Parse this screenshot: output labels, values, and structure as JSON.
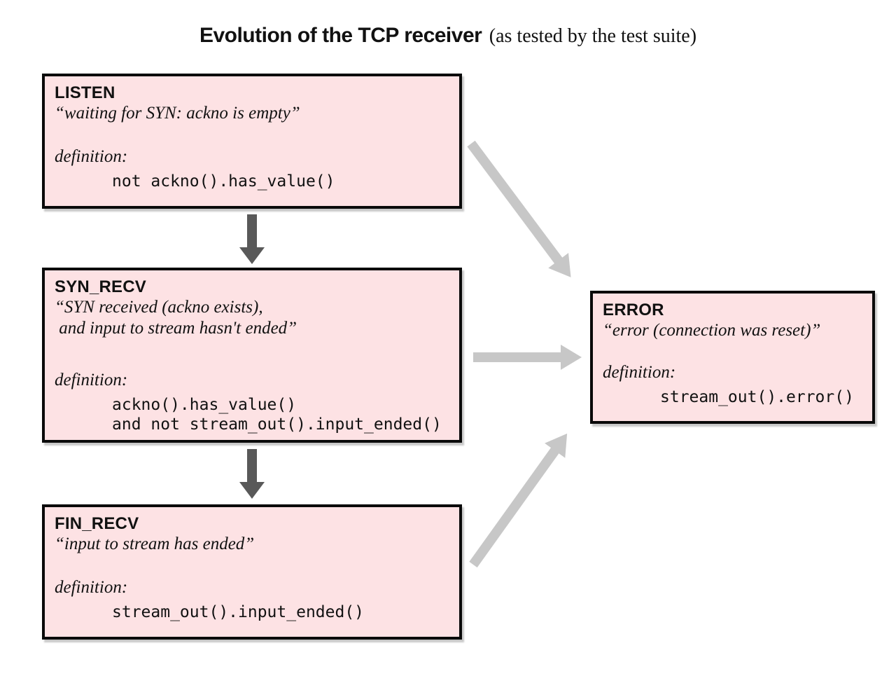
{
  "title": {
    "main": "Evolution of the TCP receiver",
    "suffix": "(as tested by the test suite)"
  },
  "colors": {
    "box_fill": "#fde2e4",
    "box_border": "#0a0a0a",
    "flow_arrow": "#595959",
    "error_arrow": "#c7c7c7"
  },
  "states": {
    "listen": {
      "name": "LISTEN",
      "quote": "“waiting for SYN: ackno is empty”",
      "definition_label": "definition:",
      "code": "not ackno().has_value()"
    },
    "syn_recv": {
      "name": "SYN_RECV",
      "quote": "“SYN received (ackno exists),\n and input to stream hasn't ended”",
      "definition_label": "definition:",
      "code": "ackno().has_value()\nand not stream_out().input_ended()"
    },
    "fin_recv": {
      "name": "FIN_RECV",
      "quote": "“input to stream has ended”",
      "definition_label": "definition:",
      "code": "stream_out().input_ended()"
    },
    "error": {
      "name": "ERROR",
      "quote": "“error (connection was reset)”",
      "definition_label": "definition:",
      "code": "stream_out().error()"
    }
  }
}
